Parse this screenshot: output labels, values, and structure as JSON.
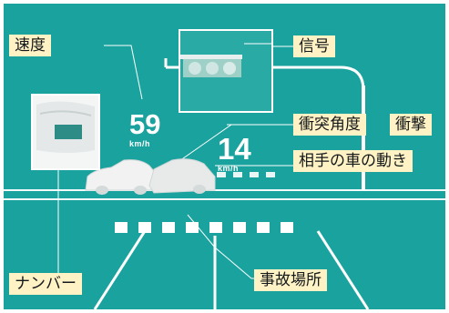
{
  "labels": {
    "speed": "速度",
    "signal": "信号",
    "collision_angle": "衝突角度",
    "impact": "衝撃",
    "other_vehicle_motion": "相手の車の動き",
    "license_plate": "ナンバー",
    "accident_location": "事故場所"
  },
  "speed_readouts": [
    {
      "value": "59",
      "unit": "km/h"
    },
    {
      "value": "14",
      "unit": "km/h"
    }
  ],
  "colors": {
    "background": "#1aa39e",
    "label_fill": "#fff2c4",
    "line": "#ffffff"
  },
  "icons": {
    "traffic_light": "traffic-light-icon",
    "cars": "car-collision-icon",
    "plate_closeup": "license-plate-closeup-icon"
  }
}
